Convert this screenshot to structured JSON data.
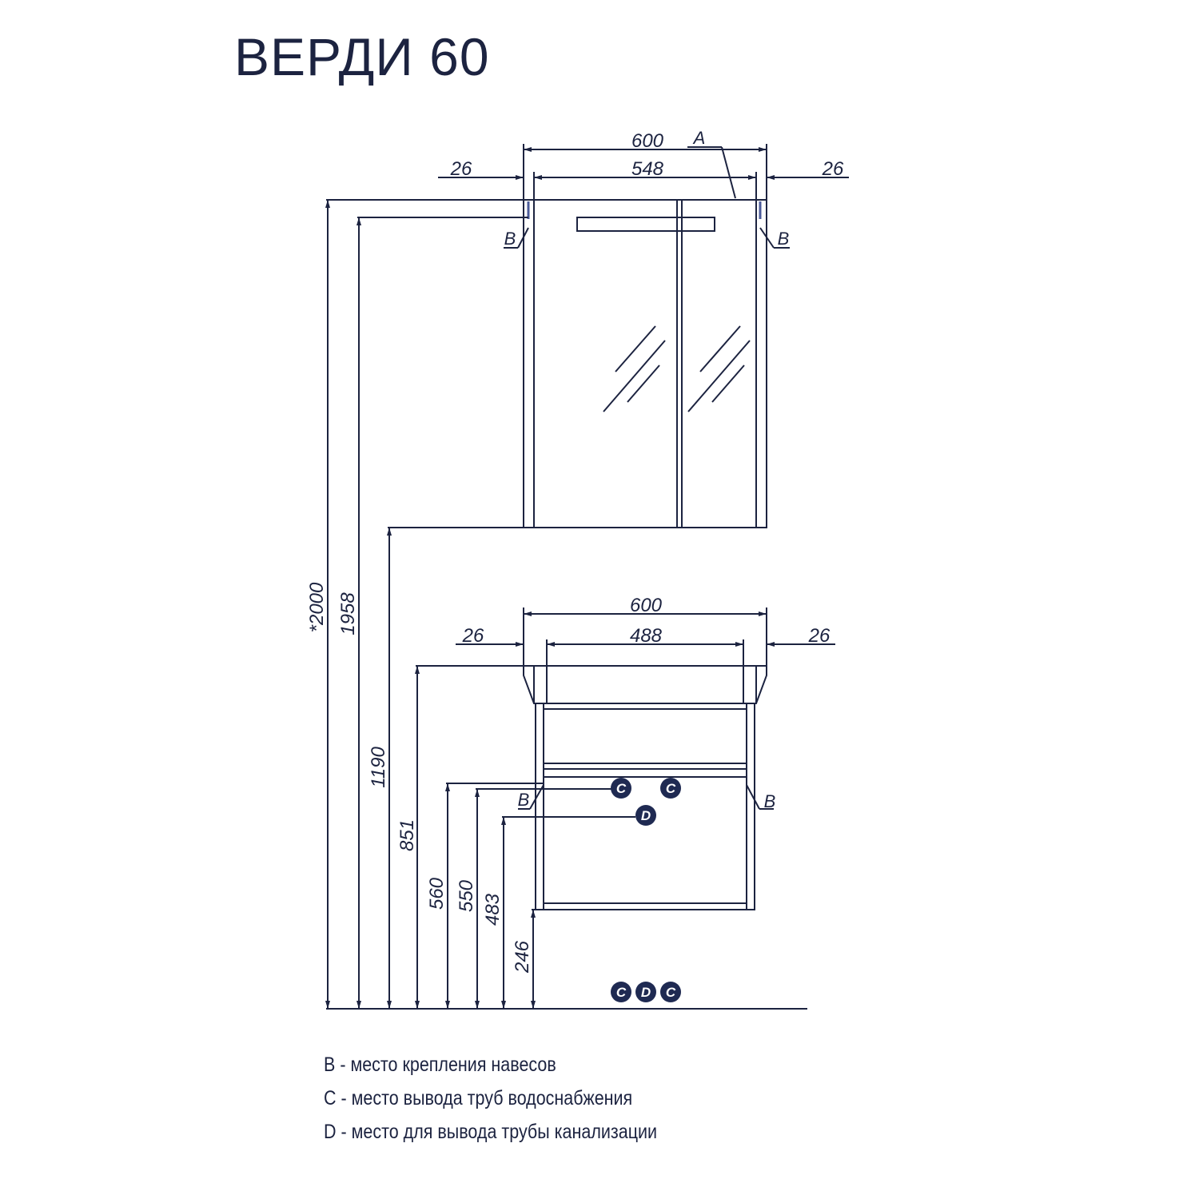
{
  "title": "ВЕРДИ 60",
  "mirror": {
    "width_total": "600",
    "width_inner": "548",
    "side_left": "26",
    "side_right": "26",
    "label_a": "A",
    "label_b_left": "B",
    "label_b_right": "B"
  },
  "cabinet": {
    "width_total": "600",
    "width_inner": "488",
    "side_left": "26",
    "side_right": "26",
    "label_b_left": "B",
    "label_b_right": "B"
  },
  "heights": {
    "h2000": "*2000",
    "h1958": "1958",
    "h1190": "1190",
    "h851": "851",
    "h560": "560",
    "h550": "550",
    "h483": "483",
    "h246": "246"
  },
  "markers": {
    "c": "C",
    "d": "D"
  },
  "legend": {
    "b": "B - место крепления навесов",
    "c": "C - место вывода труб водоснабжения",
    "d": "D - место для вывода трубы канализации"
  },
  "colors": {
    "line": "#1c2340",
    "marker_fill": "#1f2a52"
  }
}
